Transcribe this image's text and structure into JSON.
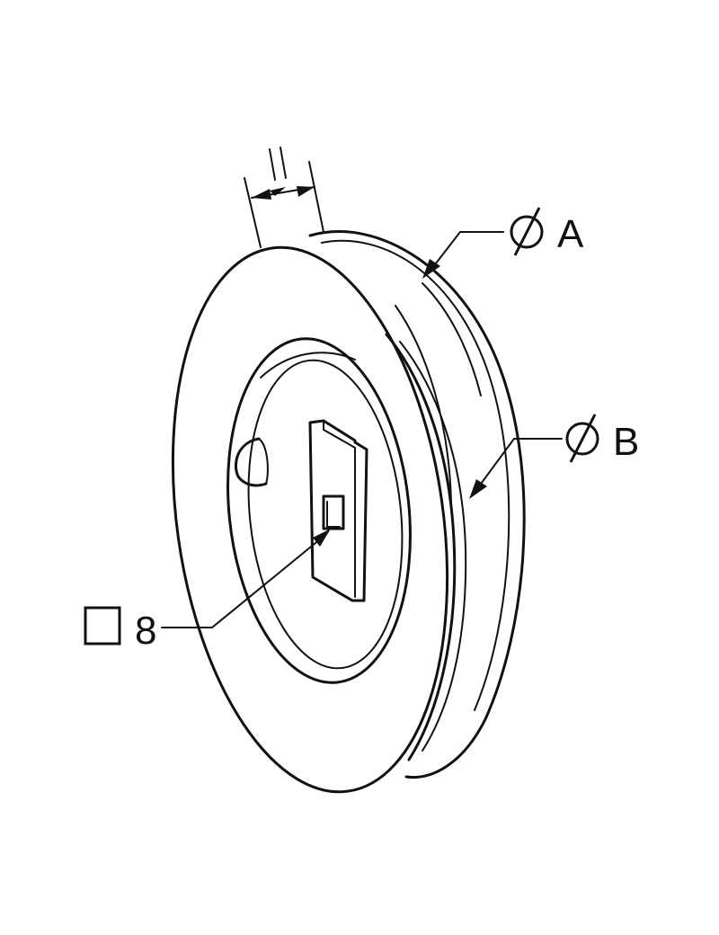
{
  "callouts": {
    "outer_diameter": {
      "symbol": "diameter-symbol",
      "label": "A"
    },
    "groove_diameter": {
      "symbol": "diameter-symbol",
      "label": "B"
    },
    "square_bore": {
      "symbol": "square-symbol",
      "label": "8"
    }
  },
  "colors": {
    "line": "#111111",
    "background": "#ffffff"
  }
}
